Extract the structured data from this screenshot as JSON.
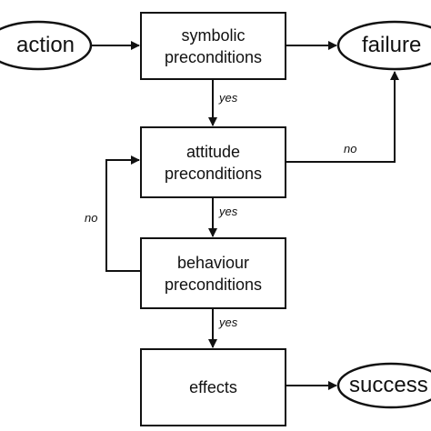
{
  "nodes": {
    "action": "action",
    "failure": "failure",
    "success": "success",
    "symbolic": "symbolic\npreconditions",
    "attitude": "attitude\npreconditions",
    "behaviour": "behaviour\npreconditions",
    "effects": "effects"
  },
  "edge_labels": {
    "symbolic_yes": "yes",
    "attitude_yes": "yes",
    "behaviour_yes": "yes",
    "attitude_no": "no",
    "behaviour_no": "no"
  },
  "colors": {
    "stroke": "#111111",
    "fill": "#ffffff"
  }
}
